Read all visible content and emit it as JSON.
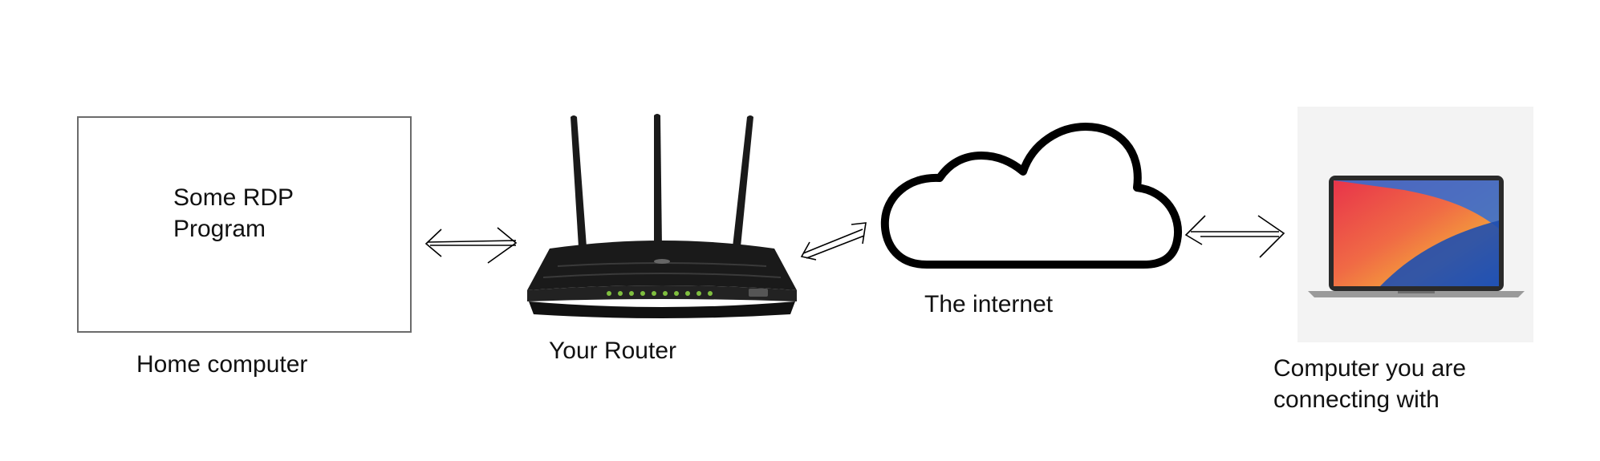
{
  "nodes": {
    "home_computer": {
      "box_text_line1": "Some RDP",
      "box_text_line2": "Program",
      "caption": "Home computer"
    },
    "router": {
      "caption": "Your Router"
    },
    "internet": {
      "caption": "The internet"
    },
    "remote_computer": {
      "caption_line1": "Computer you are",
      "caption_line2": "connecting with"
    }
  },
  "colors": {
    "stroke": "#000000",
    "box_border": "#6b6b6b",
    "router_body": "#1a1a1a",
    "router_led": "#7fbf3f",
    "laptop_frame": "#2a2a2a",
    "laptop_base": "#9a9a9a",
    "screen_red": "#e8344a",
    "screen_orange": "#f39a3c",
    "screen_blue": "#2f6fd6"
  },
  "icons": [
    "router-icon",
    "cloud-icon",
    "laptop-icon",
    "arrow-icon"
  ]
}
